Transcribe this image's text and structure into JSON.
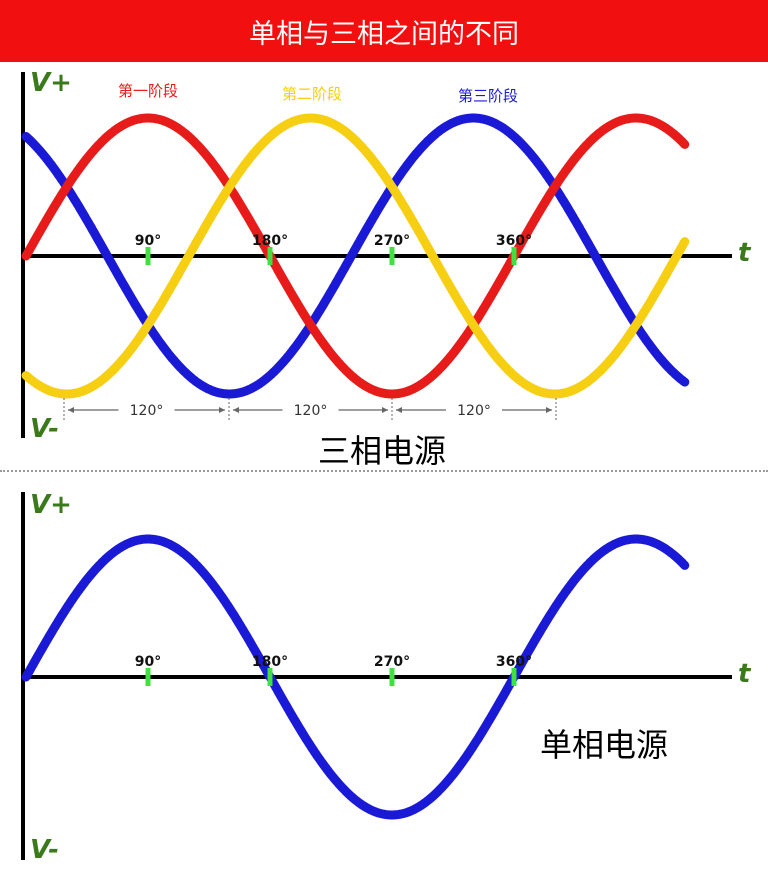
{
  "header": {
    "title": "单相与三相之间的不同"
  },
  "three_phase": {
    "caption": "三相电源",
    "v_plus": "V+",
    "v_minus": "V-",
    "t_label": "t",
    "legend": [
      {
        "label": "第一阶段",
        "color": "#e81b1b"
      },
      {
        "label": "第二阶段",
        "color": "#f6cf12"
      },
      {
        "label": "第三阶段",
        "color": "#1a1ad6"
      }
    ],
    "ticks": [
      "90°",
      "180°",
      "270°",
      "360°"
    ],
    "spacing_labels": [
      "120°",
      "120°",
      "120°"
    ]
  },
  "single_phase": {
    "caption": "单相电源",
    "v_plus": "V+",
    "v_minus": "V-",
    "t_label": "t",
    "ticks": [
      "90°",
      "180°",
      "270°",
      "360°"
    ],
    "wave_color": "#1a1ad6"
  },
  "colors": {
    "axis": "#000000",
    "tick": "#3fe03f",
    "label_green": "#3b7a1b",
    "header_bg": "#f20f0f"
  }
}
